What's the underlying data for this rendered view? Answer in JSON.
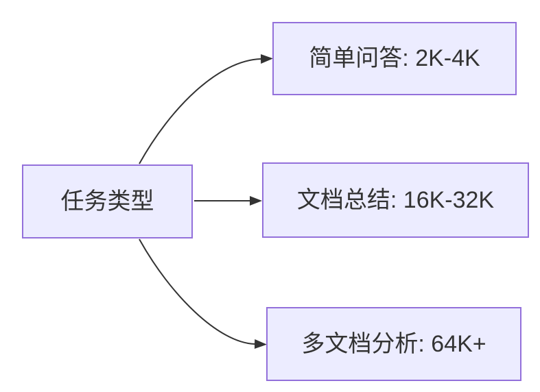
{
  "diagram": {
    "type": "flowchart-lr",
    "background": "#ffffff",
    "colors": {
      "node_fill": "#ECECFF",
      "node_border": "#9370DB",
      "edge_stroke": "#333333",
      "text": "#333333"
    },
    "nodes": [
      {
        "id": "task-type",
        "label": "任务类型"
      },
      {
        "id": "simple-qa",
        "label": "简单问答: 2K-4K"
      },
      {
        "id": "doc-summary",
        "label": "文档总结: 16K-32K"
      },
      {
        "id": "multi-doc",
        "label": "多文档分析: 64K+"
      }
    ],
    "edges": [
      {
        "from": "task-type",
        "to": "simple-qa"
      },
      {
        "from": "task-type",
        "to": "doc-summary"
      },
      {
        "from": "task-type",
        "to": "multi-doc"
      }
    ]
  }
}
